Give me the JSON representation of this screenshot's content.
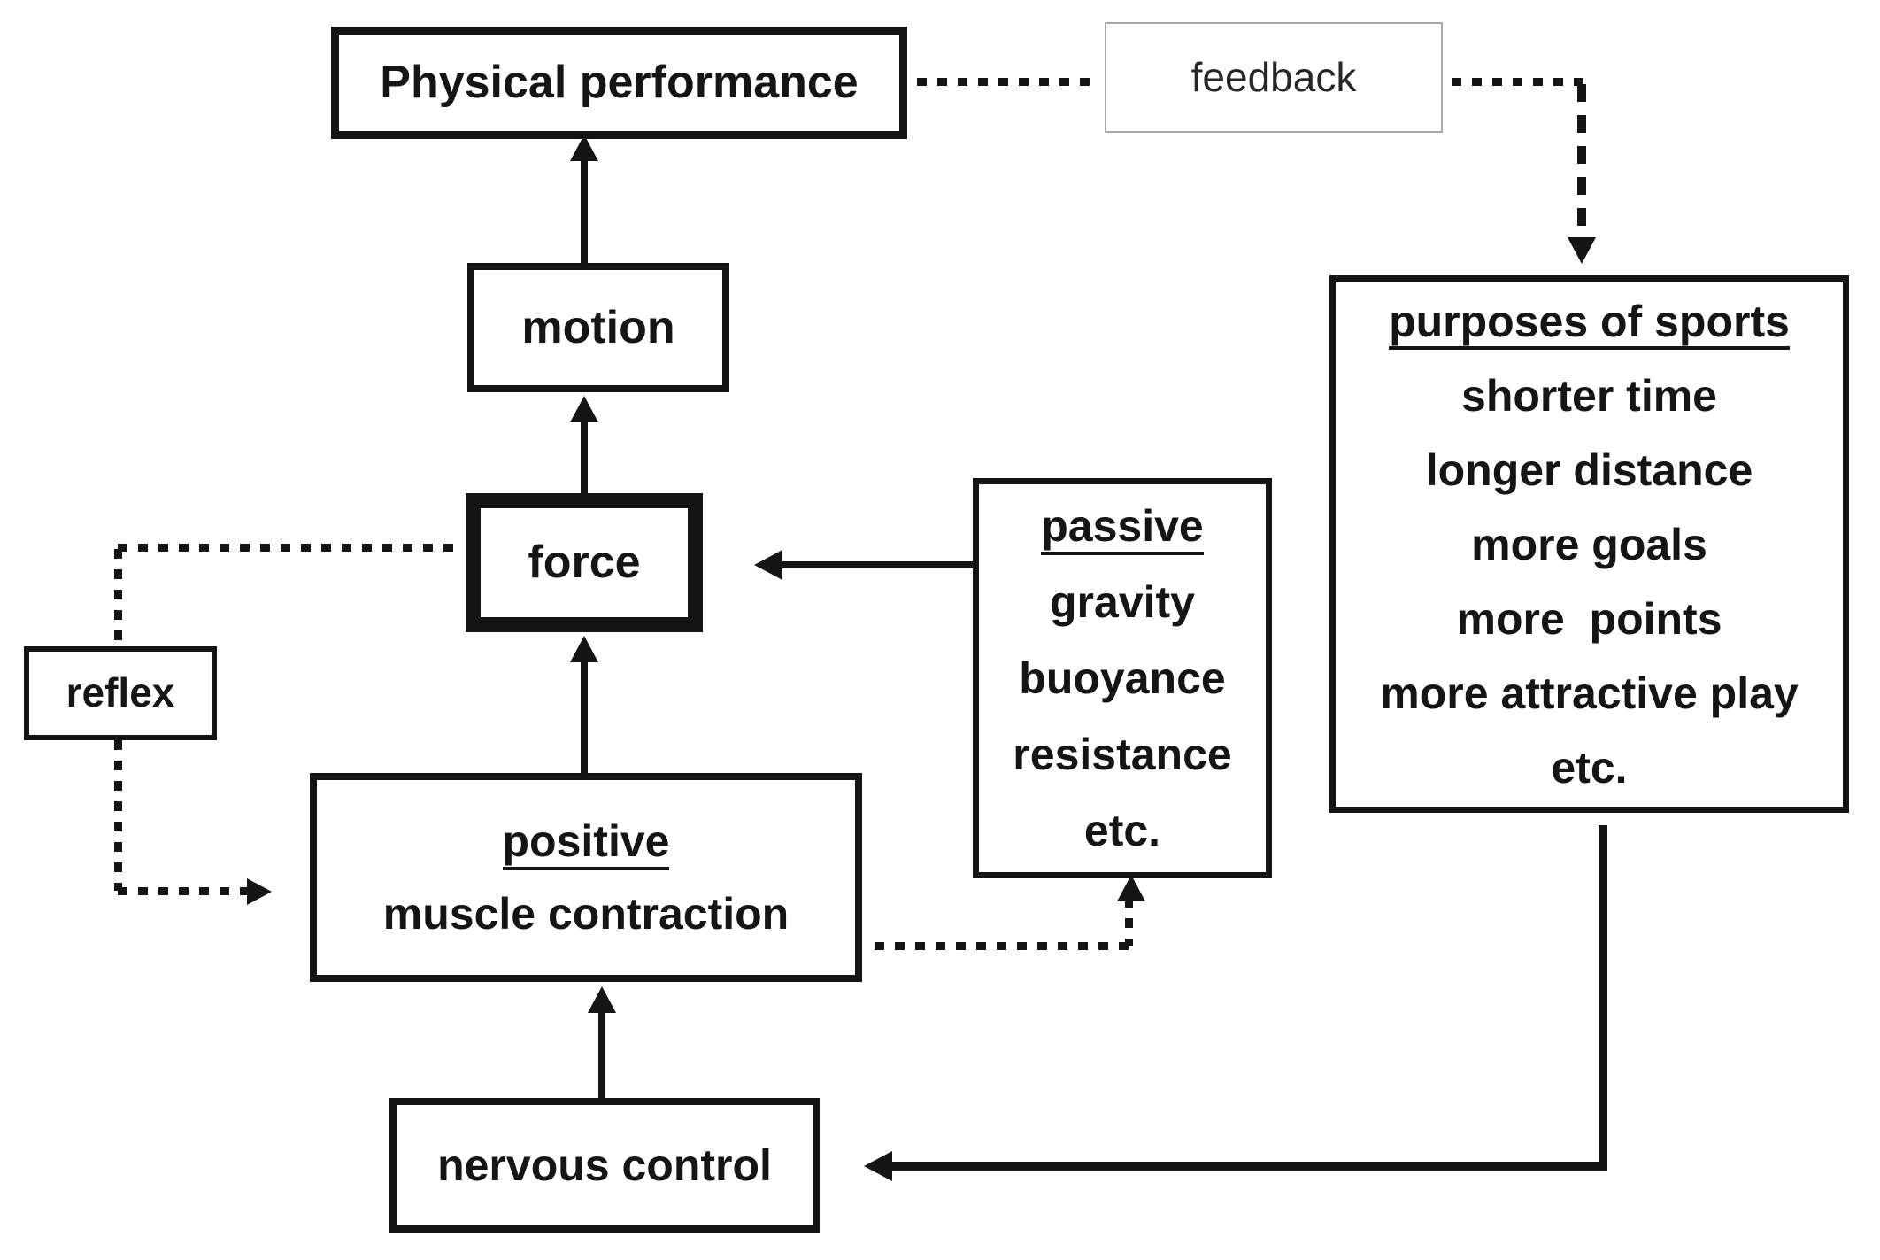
{
  "figure": {
    "background": "#ffffff",
    "ink_color": "#151515",
    "feedback_border_color": "#a8a8a8",
    "nodes": {
      "physical_performance": {
        "label": "Physical performance"
      },
      "feedback": {
        "label": "feedback"
      },
      "purposes_of_sports": {
        "title": "purposes of sports",
        "items": [
          "shorter time",
          "longer distance",
          "more goals",
          "more  points",
          "more attractive play",
          "etc."
        ]
      },
      "motion": {
        "label": "motion"
      },
      "force": {
        "label": "force"
      },
      "reflex": {
        "label": "reflex"
      },
      "passive": {
        "title": "passive",
        "items": [
          "gravity",
          "buoyance",
          "resistance",
          "etc."
        ]
      },
      "positive_muscle_contraction": {
        "title": "positive",
        "label": "muscle contraction"
      },
      "nervous_control": {
        "label": "nervous control"
      }
    },
    "edges": [
      {
        "from": "nervous_control",
        "to": "positive_muscle_contraction",
        "style": "solid-arrow"
      },
      {
        "from": "positive_muscle_contraction",
        "to": "force",
        "style": "solid-arrow"
      },
      {
        "from": "force",
        "to": "motion",
        "style": "solid-arrow"
      },
      {
        "from": "motion",
        "to": "physical_performance",
        "style": "solid-arrow"
      },
      {
        "from": "passive",
        "to": "force",
        "style": "solid-arrow"
      },
      {
        "from": "purposes_of_sports",
        "to": "nervous_control",
        "style": "solid-arrow"
      },
      {
        "from": "physical_performance",
        "to": "feedback",
        "style": "dotted"
      },
      {
        "from": "feedback",
        "to": "purposes_of_sports",
        "style": "dotted-arrow"
      },
      {
        "from": "force",
        "to": "reflex",
        "style": "dotted"
      },
      {
        "from": "reflex",
        "to": "positive_muscle_contraction",
        "style": "dotted-arrow"
      },
      {
        "from": "positive_muscle_contraction",
        "to": "passive",
        "style": "dotted-arrow"
      }
    ]
  }
}
